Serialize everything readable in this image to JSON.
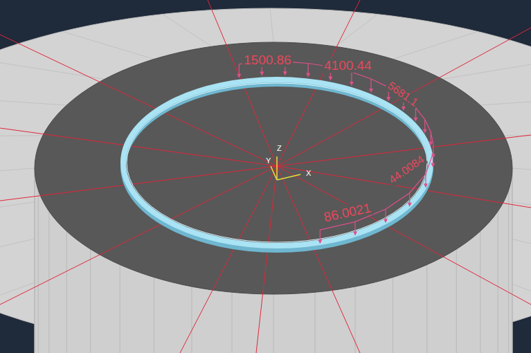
{
  "diagram": {
    "labels": [
      "1500.86",
      "4100.44",
      "5681.1",
      "86.0021",
      "44.0084",
      "Z",
      "Y",
      "X"
    ]
  }
}
